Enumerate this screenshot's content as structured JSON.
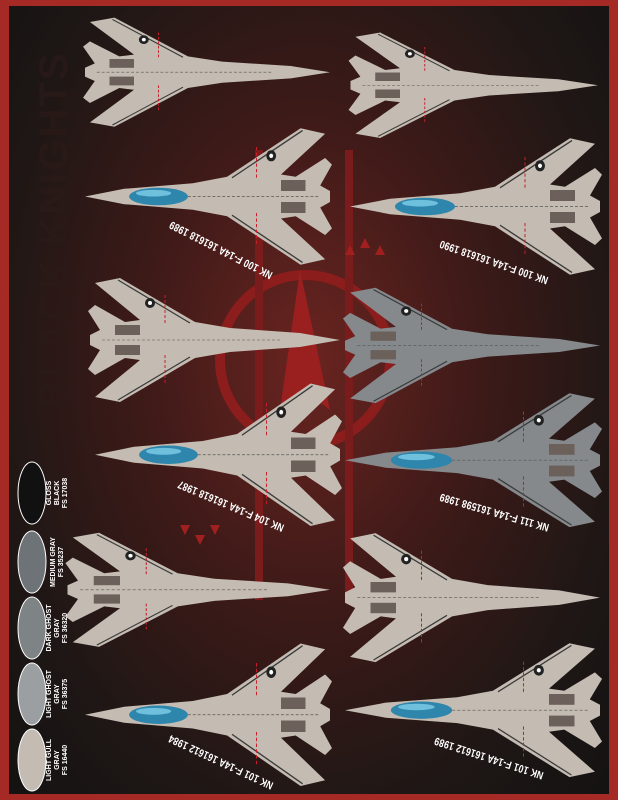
{
  "sheet": {
    "border_color": "#a52a25",
    "watermark": "BLACK KNIGHTS",
    "aircraft_colors": {
      "gull_gray": "#c4bcb2",
      "ghost_gray": "#85898c",
      "canopy": "#2f86ad",
      "stripe": "#c8202a"
    }
  },
  "labels": [
    "NK 100 F-14A 161618 1989",
    "NK 100 F-14A 161618 1990",
    "NK 104 F-14A 161618 1987",
    "NK 111 F-14A 161598 1989",
    "NK 101 F-14A 161612 1984",
    "NK 101 F-14A 161612 1989"
  ],
  "swatches": [
    {
      "name": "GLOSS BLACK",
      "code": "FS 17038",
      "color": "#111111"
    },
    {
      "name": "MEDIUM GRAY",
      "code": "FS 35237",
      "color": "#6d7376"
    },
    {
      "name": "DARK GHOST GRAY",
      "code": "FS 36320",
      "color": "#7e8386"
    },
    {
      "name": "LIGHT GHOST GRAY",
      "code": "FS 36375",
      "color": "#9b9fa2"
    },
    {
      "name": "LIGHT GULL GRAY",
      "code": "FS 16440",
      "color": "#c4bcb2"
    }
  ]
}
